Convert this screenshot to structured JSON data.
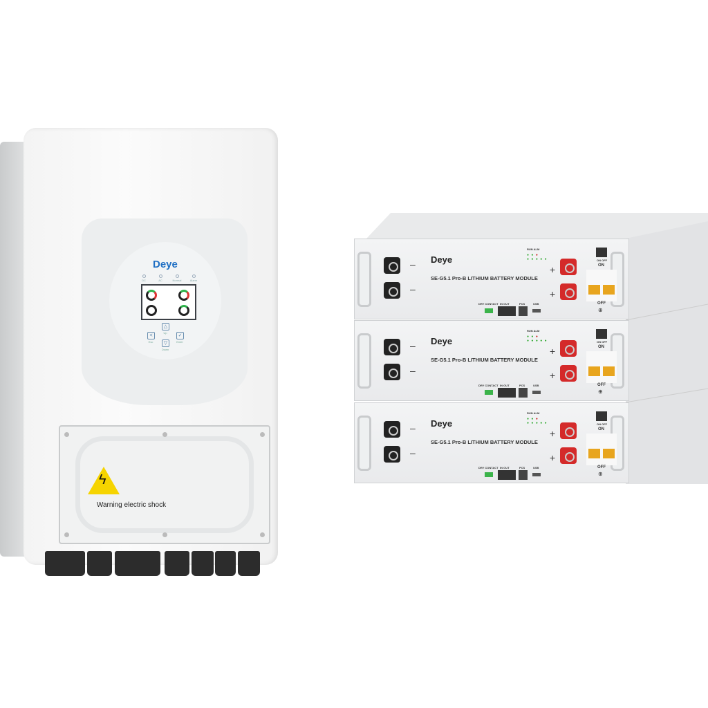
{
  "inverter": {
    "brand": "Deye",
    "indicators": [
      "DC",
      "AC",
      "Normal",
      "Alarm"
    ],
    "buttons": {
      "esc": "Esc",
      "up": "Up",
      "down": "Down",
      "enter": "Enter"
    },
    "warning_label": "Warning electric shock"
  },
  "battery": {
    "brand": "Deye",
    "model_label": "SE-G5.1 Pro-B  LITHIUM BATTERY MODULE",
    "led_label": "RUN ALM",
    "port_labels": {
      "dry": "DRY CONTACT",
      "inout": "IN  OUT",
      "pcs": "PCS",
      "usb": "USB"
    },
    "switch_label": "ON OFF",
    "on_label": "ON",
    "off_label": "OFF",
    "neg": "–",
    "pos": "+",
    "module_count": 3
  },
  "colors": {
    "brand_blue": "#1f6fc4",
    "positive_terminal": "#d42a2a",
    "breaker": "#e8a51e",
    "warning": "#f6d400"
  }
}
